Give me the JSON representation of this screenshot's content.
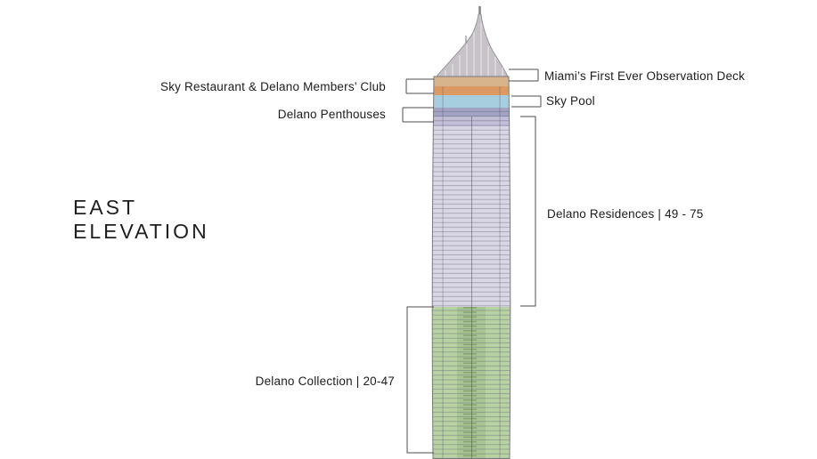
{
  "diagram_title": {
    "line1": "EAST",
    "line2": "ELEVATION"
  },
  "labels": {
    "observation_deck": "Miami’s First Ever Observation Deck",
    "sky_restaurant": "Sky Restaurant & Delano Members’ Club",
    "sky_pool": "Sky Pool",
    "penthouses": "Delano Penthouses",
    "residences": "Delano Residences  |  49 - 75",
    "collection": "Delano Collection  |  20-47"
  },
  "colors": {
    "background": "#ffffff",
    "crown": "#c7c2c8",
    "observation_deck_band": "#d8b48c",
    "restaurant_band": "#dc9a62",
    "sky_pool_band": "#a7cede",
    "penthouse_band": "#a3a3c3",
    "penthouse_lower_band": "#c2bed6",
    "residences_band": "#dad7e4",
    "collection_band": "#b8d2a3",
    "outline": "#7a7780",
    "bracket": "#4d4d4d",
    "text": "#1c1c1c"
  }
}
